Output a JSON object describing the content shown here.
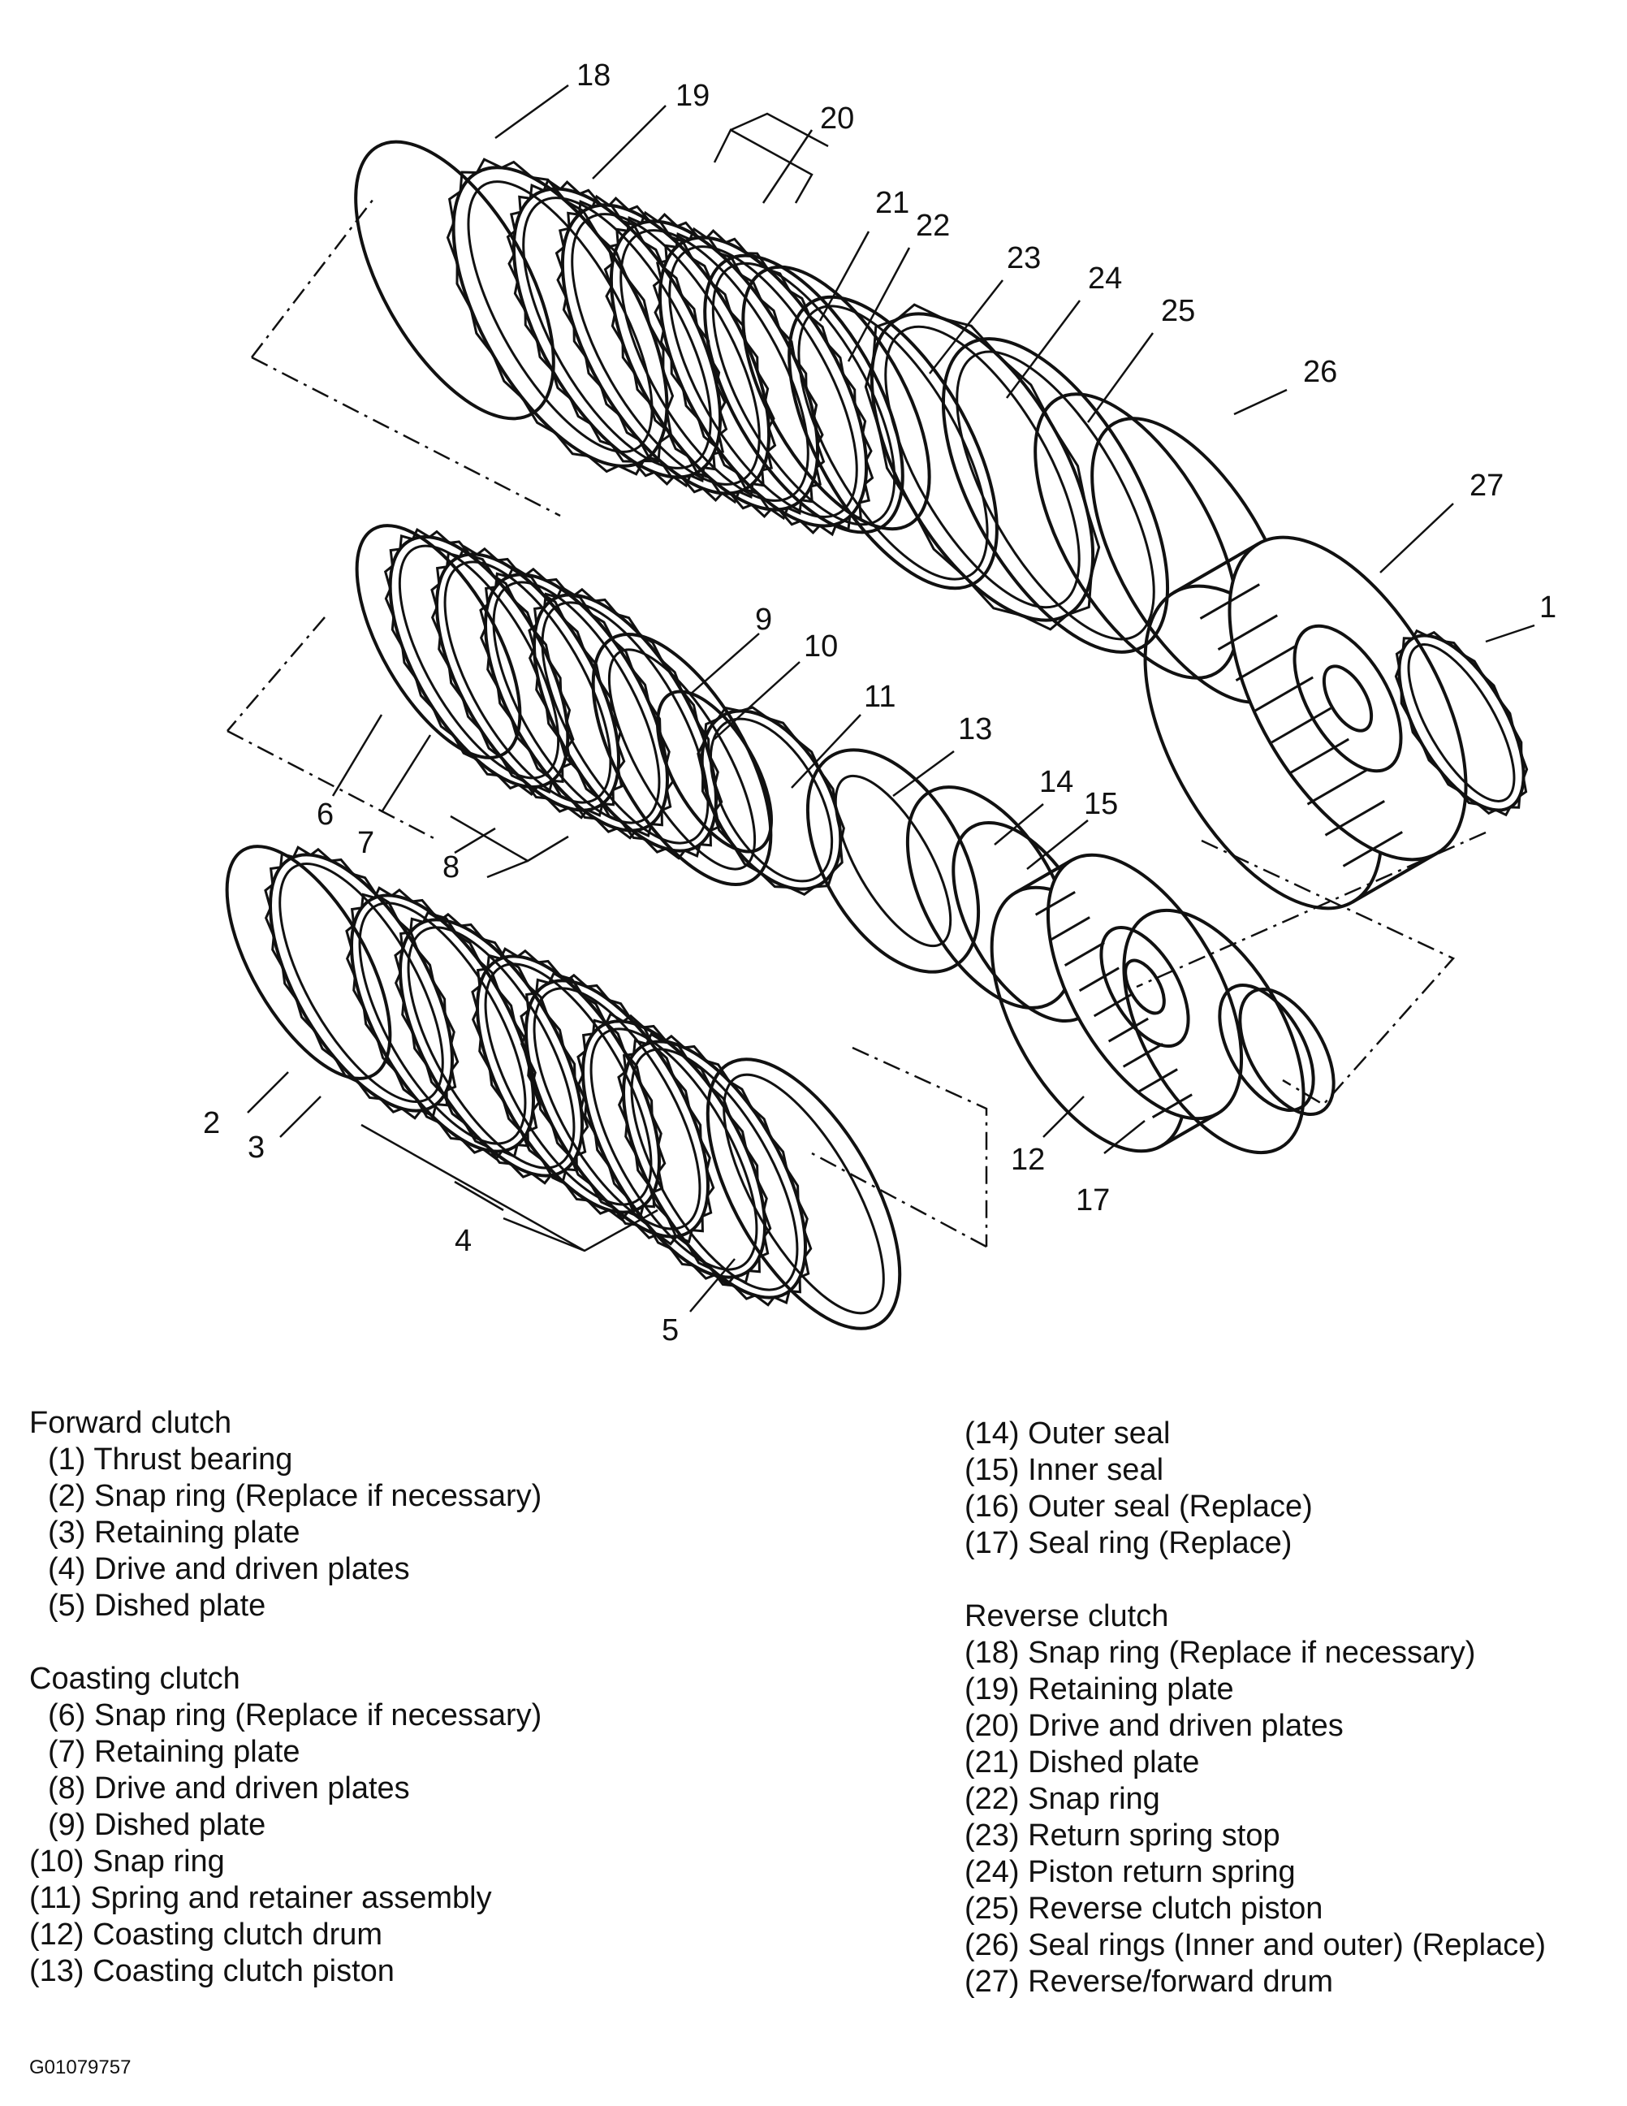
{
  "callouts": [
    "1",
    "2",
    "3",
    "4",
    "5",
    "6",
    "7",
    "8",
    "9",
    "10",
    "11",
    "12",
    "13",
    "14",
    "15",
    "17",
    "18",
    "19",
    "20",
    "21",
    "22",
    "23",
    "24",
    "25",
    "26",
    "27"
  ],
  "legend": {
    "left": [
      {
        "title": "Forward clutch",
        "items": [
          {
            "num": "(1)",
            "text": "Thrust bearing"
          },
          {
            "num": "(2)",
            "text": "Snap ring (Replace if necessary)"
          },
          {
            "num": "(3)",
            "text": "Retaining plate"
          },
          {
            "num": "(4)",
            "text": "Drive and driven plates"
          },
          {
            "num": "(5)",
            "text": "Dished plate"
          }
        ]
      },
      {
        "title": "Coasting clutch",
        "items": [
          {
            "num": "(6)",
            "text": "Snap ring (Replace if necessary)"
          },
          {
            "num": "(7)",
            "text": "Retaining plate"
          },
          {
            "num": "(8)",
            "text": "Drive and driven plates"
          },
          {
            "num": "(9)",
            "text": "Dished plate"
          },
          {
            "num": "(10)",
            "text": "Snap ring"
          },
          {
            "num": "(11)",
            "text": "Spring and retainer assembly"
          },
          {
            "num": "(12)",
            "text": "Coasting clutch drum"
          },
          {
            "num": "(13)",
            "text": "Coasting clutch piston"
          }
        ]
      }
    ],
    "right": [
      {
        "title": "",
        "items": [
          {
            "num": "(14)",
            "text": "Outer seal"
          },
          {
            "num": "(15)",
            "text": "Inner seal"
          },
          {
            "num": "(16)",
            "text": "Outer seal (Replace)"
          },
          {
            "num": "(17)",
            "text": "Seal ring (Replace)"
          }
        ]
      },
      {
        "title": "Reverse clutch",
        "items": [
          {
            "num": "(18)",
            "text": "Snap ring (Replace if necessary)"
          },
          {
            "num": "(19)",
            "text": "Retaining plate"
          },
          {
            "num": "(20)",
            "text": "Drive and driven plates"
          },
          {
            "num": "(21)",
            "text": "Dished plate"
          },
          {
            "num": "(22)",
            "text": "Snap ring"
          },
          {
            "num": "(23)",
            "text": "Return spring stop"
          },
          {
            "num": "(24)",
            "text": "Piston return spring"
          },
          {
            "num": "(25)",
            "text": "Reverse clutch piston"
          },
          {
            "num": "(26)",
            "text": "Seal rings (Inner and outer) (Replace)"
          },
          {
            "num": "(27)",
            "text": "Reverse/forward drum"
          }
        ]
      }
    ]
  },
  "figure_code": "G01079757"
}
